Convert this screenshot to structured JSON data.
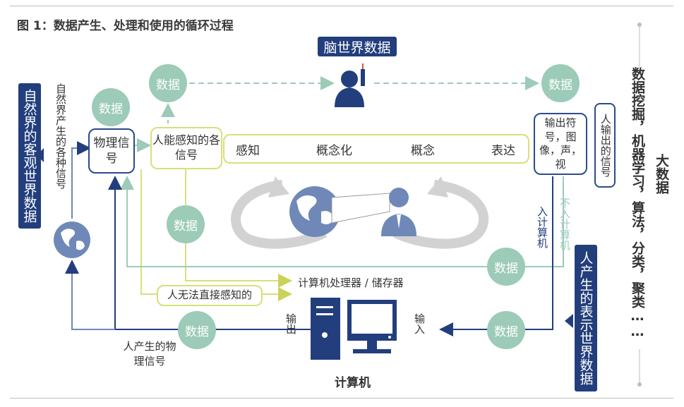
{
  "title": "图 1：数据产生、处理和使用的循环过程",
  "nodes": {
    "brain_world_data": "脑世界数据",
    "natural_world_data": "自然界的客观世界数据",
    "nature_signals": "自然界产生的各种信号",
    "physical_signal": "物理信号",
    "perceived_signals": "人能感知的各信号",
    "perceive": "感知",
    "conceptualize": "概念化",
    "concept": "概念",
    "express": "表达",
    "output_symbols": "输出符号，图像，声，视",
    "human_output_signals": "人输出的信号",
    "into_computer": "入计算机",
    "not_into_computer": "不入计算机",
    "human_world_data": "人产生的表示世界数据",
    "processor_storage": "计算机处理器 / 储存器",
    "not_perceivable": "人无法直接感知的",
    "human_physical_signals": "人产生的物理信号",
    "output_label": "输出",
    "input_label": "输入",
    "computer": "计算机",
    "big_data": "大数据",
    "big_data_methods": "数据挖掘，机器学习，算法，分类，聚类……"
  },
  "data_circles": [
    "数据",
    "数据",
    "数据",
    "数据",
    "数据",
    "数据",
    "数据"
  ],
  "colors": {
    "navy": "#223e7c",
    "mint": "#9ccbb8",
    "yellow": "#d7e07a",
    "blue": "#2c4b8c",
    "gray": "#c8c8c8"
  },
  "icons": [
    "globe-icon",
    "person-icon",
    "monitor-icon",
    "tower-icon",
    "cycle-arrow-icon"
  ]
}
